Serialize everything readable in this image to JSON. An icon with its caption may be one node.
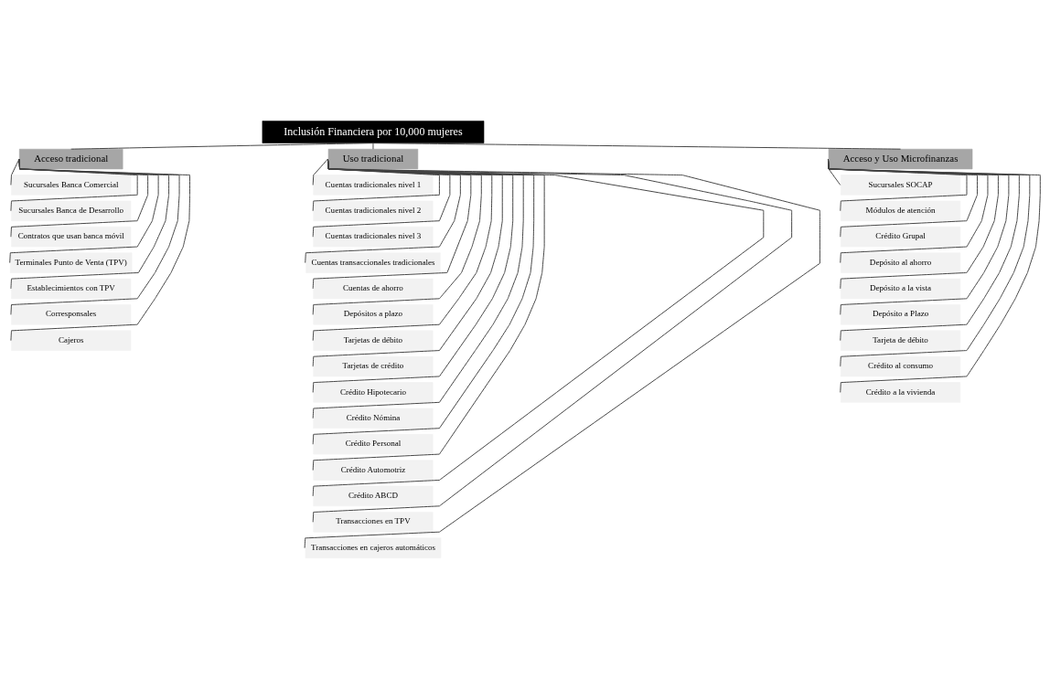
{
  "diagram": {
    "nodes": [
      {
        "text": [
          "Inclusión Financiera por 10,000 mujeres"
        ]
      },
      {
        "text": [
          "Acceso tradicional"
        ]
      },
      {
        "text": [
          "Uso tradicional"
        ]
      },
      {
        "text": [
          "Acceso y Uso Microfinanzas"
        ]
      },
      {
        "text": [
          "Sucursales Banca Comercial"
        ]
      },
      {
        "text": [
          "Sucursales Banca de Desarrollo"
        ]
      },
      {
        "text": [
          "Contratos que usan banca móvil"
        ]
      },
      {
        "text": [
          "Terminales Punto de Venta (TPV)"
        ]
      },
      {
        "text": [
          "Establecimientos con TPV"
        ]
      },
      {
        "text": [
          "Corresponsales"
        ]
      },
      {
        "text": [
          "Cajeros"
        ]
      },
      {
        "text": [
          "Cuentas tradicionales nivel 1"
        ]
      },
      {
        "text": [
          "Cuentas tradicionales nivel 2"
        ]
      },
      {
        "text": [
          "Cuentas tradicionales nivel 3"
        ]
      },
      {
        "text": [
          "Cuentas transaccionales tradicionales"
        ]
      },
      {
        "text": [
          "Cuentas de ahorro"
        ]
      },
      {
        "text": [
          "Depósitos a plazo"
        ]
      },
      {
        "text": [
          "Tarjetas de débito"
        ]
      },
      {
        "text": [
          "Tarjetas de crédito"
        ]
      },
      {
        "text": [
          "Crédito Hipotecario"
        ]
      },
      {
        "text": [
          "Crédito Nómina"
        ]
      },
      {
        "text": [
          "Crédito Personal"
        ]
      },
      {
        "text": [
          "Crédito Automotriz"
        ]
      },
      {
        "text": [
          "Crédito ABCD"
        ]
      },
      {
        "text": [
          "Transacciones en TPV"
        ]
      },
      {
        "text": [
          "Transacciones en cajeros automáticos"
        ]
      },
      {
        "text": [
          "Sucursales SOCAP"
        ]
      },
      {
        "text": [
          "Módulos de atención"
        ]
      },
      {
        "text": [
          "Crédito Grupal"
        ]
      },
      {
        "text": [
          "Depósito al ahorro"
        ]
      },
      {
        "text": [
          "Depósito a la vista"
        ]
      },
      {
        "text": [
          "Depósito a Plazo"
        ]
      },
      {
        "text": [
          "Tarjeta de débito"
        ]
      },
      {
        "text": [
          "Crédito al consumo"
        ]
      },
      {
        "text": [
          "Crédito a la vivienda"
        ]
      }
    ],
    "edges": [
      {
        "from": 0,
        "to": 1,
        "arrow": "none"
      },
      {
        "from": 0,
        "to": 2,
        "arrow": "none"
      },
      {
        "from": 0,
        "to": 3,
        "arrow": "none"
      },
      {
        "from": 1,
        "to": 4,
        "arrow": "none"
      },
      {
        "from": 1,
        "to": 5,
        "arrow": "none"
      },
      {
        "from": 1,
        "to": 6,
        "arrow": "none"
      },
      {
        "from": 1,
        "to": 7,
        "arrow": "none"
      },
      {
        "from": 1,
        "to": 8,
        "arrow": "none"
      },
      {
        "from": 1,
        "to": 9,
        "arrow": "none"
      },
      {
        "from": 1,
        "to": 10,
        "arrow": "none"
      },
      {
        "from": 2,
        "to": 11,
        "arrow": "none"
      },
      {
        "from": 2,
        "to": 12,
        "arrow": "none"
      },
      {
        "from": 2,
        "to": 13,
        "arrow": "none"
      },
      {
        "from": 2,
        "to": 14,
        "arrow": "none"
      },
      {
        "from": 2,
        "to": 15,
        "arrow": "none"
      },
      {
        "from": 2,
        "to": 16,
        "arrow": "none"
      },
      {
        "from": 2,
        "to": 17,
        "arrow": "none"
      },
      {
        "from": 2,
        "to": 18,
        "arrow": "none"
      },
      {
        "from": 2,
        "to": 19,
        "arrow": "none"
      },
      {
        "from": 2,
        "to": 20,
        "arrow": "none"
      },
      {
        "from": 2,
        "to": 21,
        "arrow": "none"
      },
      {
        "from": 2,
        "to": 22,
        "arrow": "none"
      },
      {
        "from": 2,
        "to": 23,
        "arrow": "none"
      },
      {
        "from": 2,
        "to": 24,
        "arrow": "none"
      },
      {
        "from": 2,
        "to": 25,
        "arrow": "none"
      },
      {
        "from": 3,
        "to": 26,
        "arrow": "none"
      },
      {
        "from": 3,
        "to": 27,
        "arrow": "none"
      },
      {
        "from": 3,
        "to": 28,
        "arrow": "none"
      },
      {
        "from": 3,
        "to": 29,
        "arrow": "none"
      },
      {
        "from": 3,
        "to": 30,
        "arrow": "none"
      },
      {
        "from": 3,
        "to": 31,
        "arrow": "none"
      },
      {
        "from": 3,
        "to": 32,
        "arrow": "none"
      },
      {
        "from": 3,
        "to": 33,
        "arrow": "none"
      },
      {
        "from": 3,
        "to": 34,
        "arrow": "none"
      }
    ]
  }
}
